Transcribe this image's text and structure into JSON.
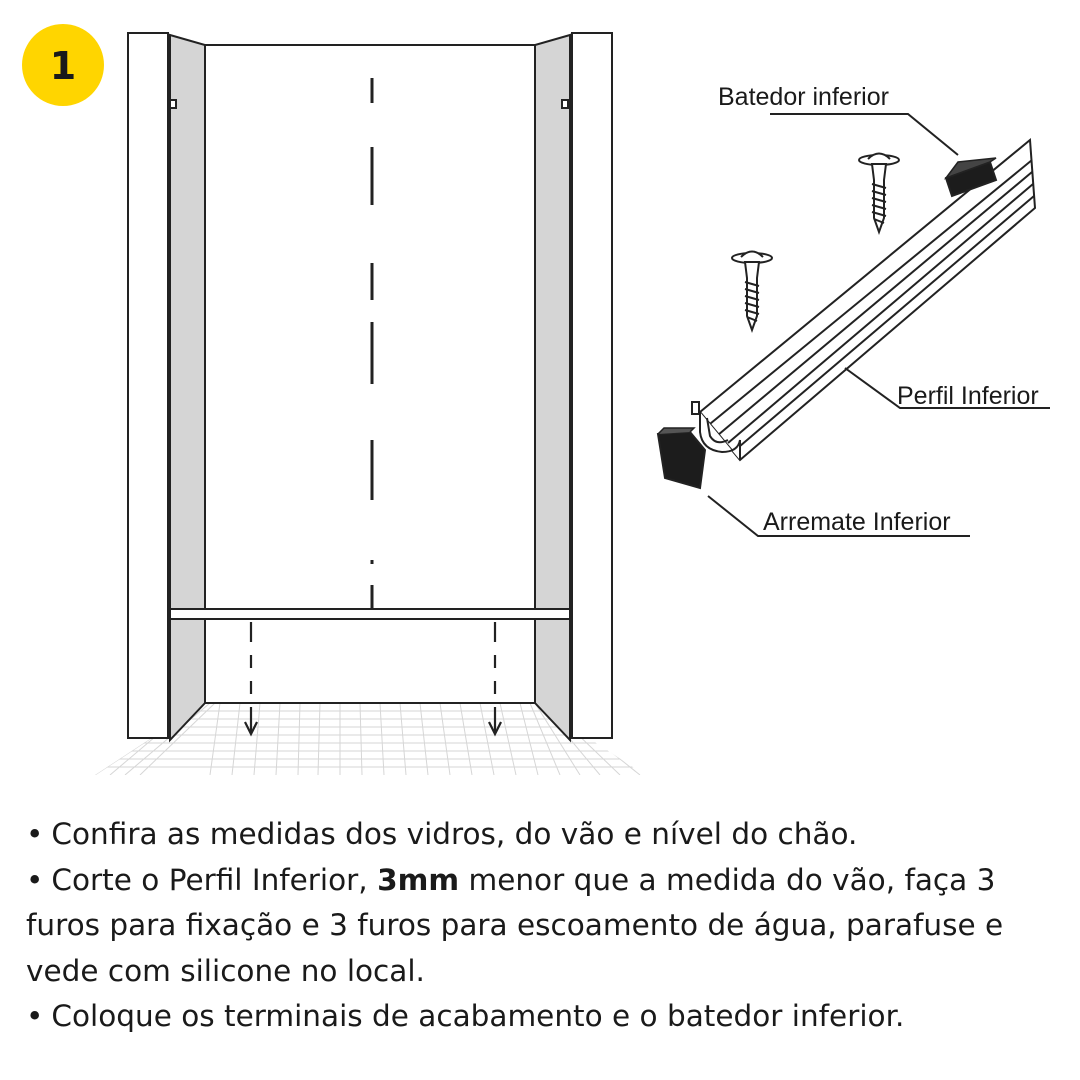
{
  "step": {
    "number": "1",
    "badge_color": "#FFD500"
  },
  "labels": {
    "batedor": "Batedor inferior",
    "perfil": "Perfil Inferior",
    "arremate": "Arremate Inferior"
  },
  "instructions": {
    "bullet": "•",
    "line1": "Confira as medidas dos vidros, do vão e nível do chão.",
    "line2_pre": "Corte o Perfil Inferior, ",
    "line2_bold": "3mm",
    "line2_post": " menor que a medida do vão, faça 3 furos para fixação e 3 furos para escoamento de água, parafuse e vede com silicone no local.",
    "line3": "Coloque os terminais de acabamento e o batedor inferior."
  },
  "colors": {
    "wall_shade": "#d5d5d5",
    "line": "#222222",
    "part_dark": "#1c1c1c",
    "grid": "#d6d6d6"
  },
  "icons": [
    "screw-icon",
    "down-arrow-icon"
  ]
}
